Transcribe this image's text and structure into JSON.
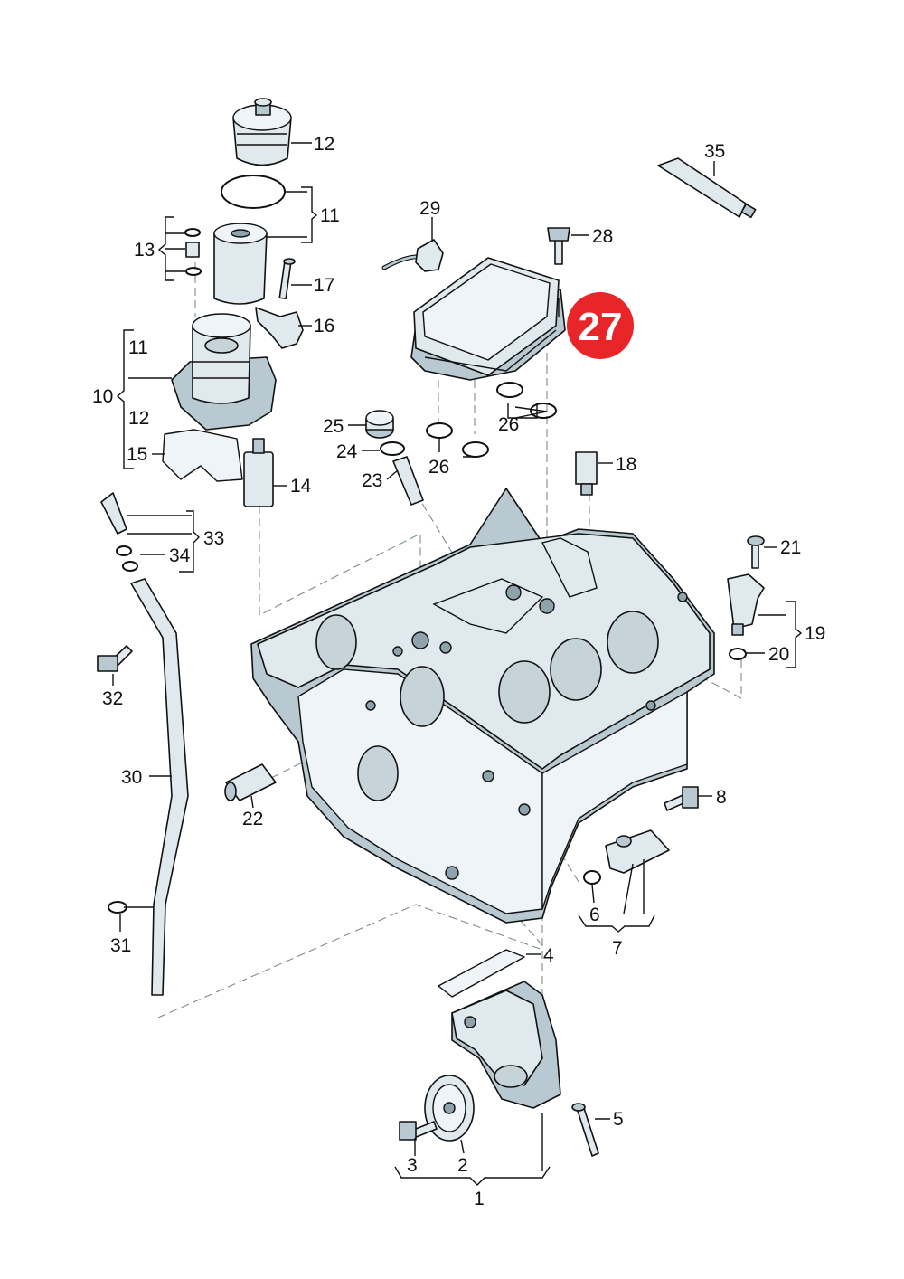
{
  "diagram": {
    "labels": {
      "l1": "1",
      "l2": "2",
      "l3": "3",
      "l4": "4",
      "l5": "5",
      "l6": "6",
      "l7": "7",
      "l8": "8",
      "l10": "10",
      "l11a": "11",
      "l11b": "11",
      "l12a": "12",
      "l12b": "12",
      "l13": "13",
      "l14": "14",
      "l15": "15",
      "l16": "16",
      "l17": "17",
      "l18": "18",
      "l19": "19",
      "l20": "20",
      "l21": "21",
      "l22": "22",
      "l23": "23",
      "l24": "24",
      "l25": "25",
      "l26a": "26",
      "l26b": "26",
      "l28": "28",
      "l29": "29",
      "l30": "30",
      "l31": "31",
      "l32": "32",
      "l33": "33",
      "l34": "34",
      "l35": "35"
    },
    "highlight": {
      "text": "27",
      "color": "#e8262a"
    },
    "colors": {
      "part_fill": "#dfe9ee",
      "part_shadow": "#b9c9d1",
      "line": "#111111"
    }
  }
}
